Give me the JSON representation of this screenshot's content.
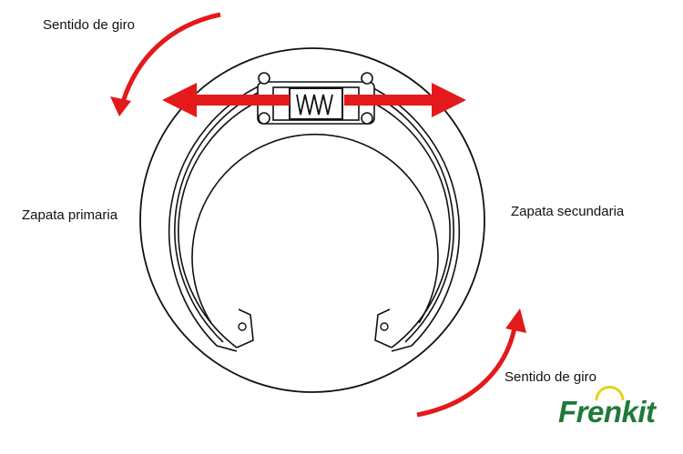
{
  "labels": {
    "rotation_top": "Sentido de giro",
    "primary_shoe": "Zapata primaria",
    "secondary_shoe": "Zapata secundaria",
    "rotation_bottom": "Sentido de giro"
  },
  "logo": {
    "text": "Frenkit",
    "text_color": "#1f7a3a",
    "accent_color": "#e6d21e"
  },
  "colors": {
    "arrow": "#e3191b",
    "line": "#111111"
  }
}
